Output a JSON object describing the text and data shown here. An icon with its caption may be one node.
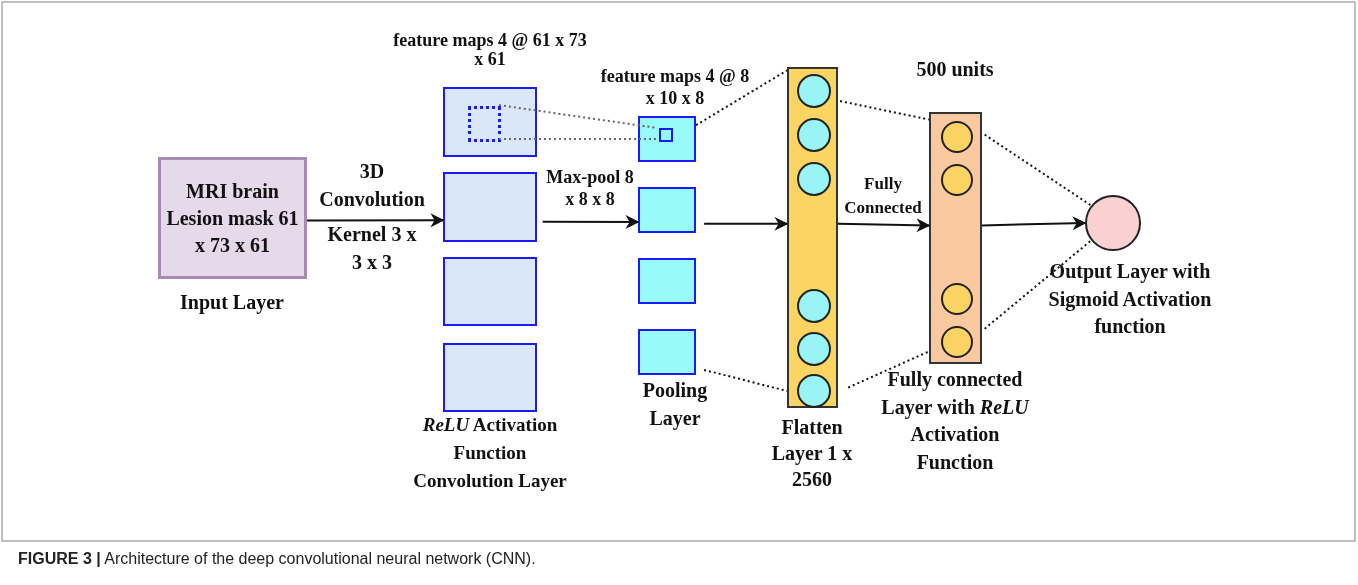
{
  "diagram": {
    "caption": "**FIGURE 3 |** Architecture of the deep convolutional neural network (CNN).",
    "nodes": [
      {
        "text": [
          "MRI brain Lesion mask 61 x 73 x 61"
        ],
        "beside": [
          "Input Layer"
        ]
      },
      {
        "text": [],
        "shape": "box",
        "beside": [
          "feature maps 4 @ 61 x 73 x 61"
        ]
      },
      {
        "text": [],
        "shape": "box"
      },
      {
        "text": [],
        "shape": "box"
      },
      {
        "text": [],
        "shape": "box",
        "beside": [
          "*ReLU* Activation Function Convolution Layer"
        ]
      },
      {
        "text": [],
        "shape": "box",
        "in": 1
      },
      {
        "text": [],
        "shape": "box",
        "beside": [
          "feature maps 4 @ 8 x 10 x 8"
        ]
      },
      {
        "text": [],
        "shape": "box"
      },
      {
        "text": [],
        "shape": "box"
      },
      {
        "text": [],
        "shape": "box",
        "beside": [
          "Pooling Layer"
        ]
      },
      {
        "text": [],
        "shape": "box",
        "in": 6
      },
      {
        "text": [],
        "shape": "bar",
        "beside": [
          "Flatten Layer 1 x 2560"
        ]
      },
      {
        "text": [],
        "shape": "circle",
        "in": 11
      },
      {
        "text": [],
        "shape": "circle",
        "in": 11
      },
      {
        "text": [],
        "shape": "circle",
        "in": 11
      },
      {
        "text": [],
        "shape": "circle",
        "in": 11
      },
      {
        "text": [],
        "shape": "circle",
        "in": 11
      },
      {
        "text": [],
        "shape": "circle",
        "in": 11
      },
      {
        "text": [],
        "shape": "bar",
        "beside": [
          "500 units",
          "Fully connected Layer with *ReLU* Activation Function"
        ]
      },
      {
        "text": [],
        "shape": "circle",
        "in": 18
      },
      {
        "text": [],
        "shape": "circle",
        "in": 18
      },
      {
        "text": [],
        "shape": "circle",
        "in": 18
      },
      {
        "text": [],
        "shape": "circle",
        "in": 18
      },
      {
        "text": [],
        "shape": "circle",
        "beside": [
          "Output Layer with Sigmoid Activation function"
        ]
      }
    ],
    "edges": [
      {
        "from": 0,
        "to": 2,
        "arrow": "to",
        "label": "3D Convolution"
      },
      {
        "from": 2,
        "to": 7,
        "arrow": "to",
        "label": "Max-pool 8 x 8 x 8"
      },
      {
        "from": 7,
        "to": 11,
        "arrow": "to"
      },
      {
        "from": 11,
        "to": 18,
        "arrow": "to",
        "label": "Fully Connected"
      },
      {
        "from": 18,
        "to": 23,
        "arrow": "to"
      },
      {
        "from": 5,
        "to": 10,
        "arrow": "none",
        "style": "dashed",
        "color": "#666666"
      },
      {
        "from": 5,
        "to": 10,
        "arrow": "none",
        "style": "dashed",
        "color": "#666666"
      },
      {
        "from": 6,
        "to": 11,
        "arrow": "none",
        "style": "dashed"
      },
      {
        "from": 9,
        "to": 11,
        "arrow": "none",
        "style": "dashed"
      },
      {
        "from": 11,
        "to": 18,
        "arrow": "none",
        "style": "dashed"
      },
      {
        "from": 11,
        "to": 18,
        "arrow": "none",
        "style": "dashed"
      },
      {
        "from": 18,
        "to": 23,
        "arrow": "none",
        "style": "dashed"
      },
      {
        "from": 18,
        "to": 23,
        "arrow": "none",
        "style": "dashed"
      }
    ],
    "labels": [
      "Kernel 3 x 3 x 3"
    ]
  }
}
